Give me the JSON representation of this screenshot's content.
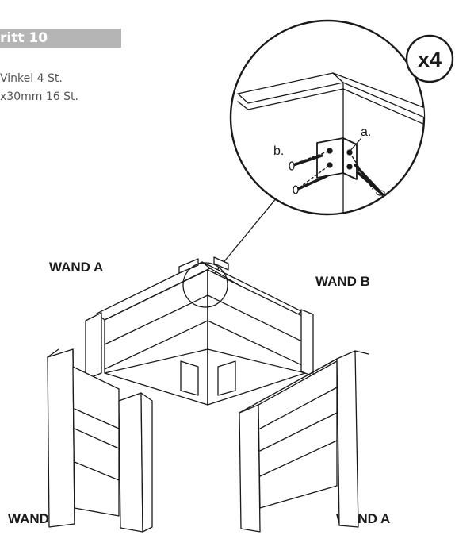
{
  "step": {
    "label": "ritt 10"
  },
  "parts": [
    {
      "text": "Vinkel 4 St."
    },
    {
      "text": "x30mm 16 St."
    }
  ],
  "walls": {
    "top_left": "WAND A",
    "top_right": "WAND B",
    "bottom_left": "WAND B",
    "bottom_right": "WAND A"
  },
  "detail": {
    "quantity_badge": "x4",
    "label_a": "a.",
    "label_b": "b."
  },
  "colors": {
    "line": "#1a1a1a",
    "step_bar": "#b5b5b5",
    "paper": "#ffffff"
  }
}
